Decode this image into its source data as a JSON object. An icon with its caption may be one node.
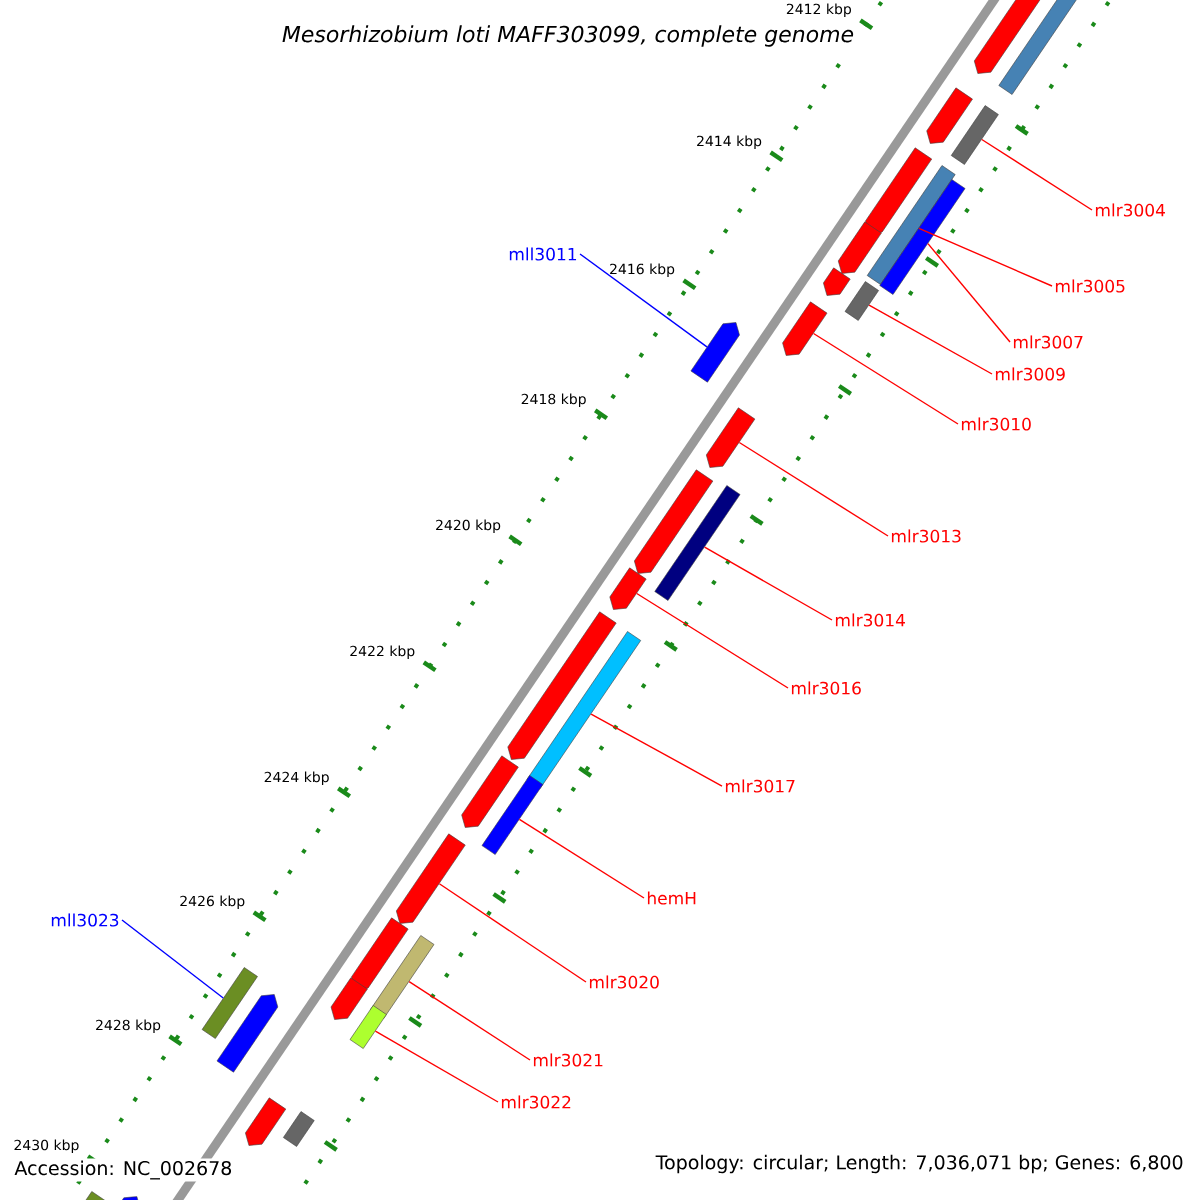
{
  "diagram": {
    "title": "Mesorhizobium loti MAFF303099, complete genome",
    "nodes": [
      {
        "text": [
          "mlr3004"
        ]
      },
      {
        "text": [
          "mlr3005"
        ]
      },
      {
        "text": [
          "mlr3007"
        ]
      },
      {
        "text": [
          "mlr3009"
        ]
      },
      {
        "text": [
          "mll3011"
        ]
      },
      {
        "text": [
          "mlr3010"
        ]
      },
      {
        "text": [
          "mlr3013"
        ]
      },
      {
        "text": [
          "mlr3014"
        ]
      },
      {
        "text": [
          "mlr3016"
        ]
      },
      {
        "text": [
          "mlr3017"
        ]
      },
      {
        "text": [
          "hemH"
        ]
      },
      {
        "text": [
          "mll3023"
        ]
      },
      {
        "text": [
          "mlr3020"
        ]
      },
      {
        "text": [
          "mlr3021"
        ]
      },
      {
        "text": [
          "mlr3022"
        ]
      },
      {
        "text": [],
        "shape": "pentagon"
      },
      {
        "text": [],
        "shape": "bar"
      },
      {
        "text": [],
        "shape": "pentagon"
      },
      {
        "text": [],
        "shape": "bar"
      },
      {
        "text": [],
        "shape": "pentagon"
      },
      {
        "text": [],
        "shape": "bar"
      },
      {
        "text": [],
        "shape": "bar"
      },
      {
        "text": [],
        "shape": "pentagon"
      },
      {
        "text": [],
        "shape": "pentagon"
      },
      {
        "text": [],
        "shape": "bar"
      },
      {
        "text": [],
        "shape": "pentagon"
      },
      {
        "text": [],
        "shape": "pentagon"
      },
      {
        "text": [],
        "shape": "pentagon"
      },
      {
        "text": [],
        "shape": "pentagon"
      },
      {
        "text": [],
        "shape": "bar"
      },
      {
        "text": [],
        "shape": "pentagon"
      },
      {
        "text": [],
        "shape": "pentagon"
      },
      {
        "text": [],
        "shape": "bar"
      },
      {
        "text": [],
        "shape": "pentagon"
      },
      {
        "text": [],
        "shape": "bar"
      },
      {
        "text": [],
        "shape": "pentagon"
      },
      {
        "text": [],
        "shape": "pentagon"
      },
      {
        "text": [],
        "shape": "bar"
      },
      {
        "text": [],
        "shape": "pentagon"
      },
      {
        "text": [],
        "shape": "bar"
      },
      {
        "text": [],
        "shape": "bar"
      },
      {
        "text": [],
        "shape": "pentagon"
      },
      {
        "text": [],
        "shape": "pentagon"
      },
      {
        "text": [],
        "shape": "bar"
      },
      {
        "text": [],
        "shape": "bar"
      },
      {
        "text": [],
        "shape": "pentagon"
      }
    ],
    "edges": [
      {
        "from": 0,
        "to": 18,
        "arrow": "none"
      },
      {
        "from": 1,
        "to": 20,
        "arrow": "none"
      },
      {
        "from": 2,
        "to": 21,
        "arrow": "none"
      },
      {
        "from": 3,
        "to": 24,
        "arrow": "none"
      },
      {
        "from": 4,
        "to": 26,
        "arrow": "none",
        "color": "#0000ff"
      },
      {
        "from": 5,
        "to": 25,
        "arrow": "none"
      },
      {
        "from": 6,
        "to": 27,
        "arrow": "none"
      },
      {
        "from": 7,
        "to": 29,
        "arrow": "none"
      },
      {
        "from": 8,
        "to": 30,
        "arrow": "none"
      },
      {
        "from": 9,
        "to": 32,
        "arrow": "none"
      },
      {
        "from": 10,
        "to": 34,
        "arrow": "none"
      },
      {
        "from": 11,
        "to": 40,
        "arrow": "none",
        "color": "#0000ff"
      },
      {
        "from": 12,
        "to": 35,
        "arrow": "none"
      },
      {
        "from": 13,
        "to": 37,
        "arrow": "none"
      },
      {
        "from": 14,
        "to": 39,
        "arrow": "none"
      }
    ],
    "labels": [
      "2412 kbp",
      "2414 kbp",
      "2416 kbp",
      "2418 kbp",
      "2420 kbp",
      "2422 kbp",
      "2424 kbp",
      "2426 kbp",
      "2428 kbp",
      "2430 kbp",
      "Accession: NC_002678",
      "Topology: circular; Length: 7,036,071 bp; Genes: 6,800"
    ]
  }
}
